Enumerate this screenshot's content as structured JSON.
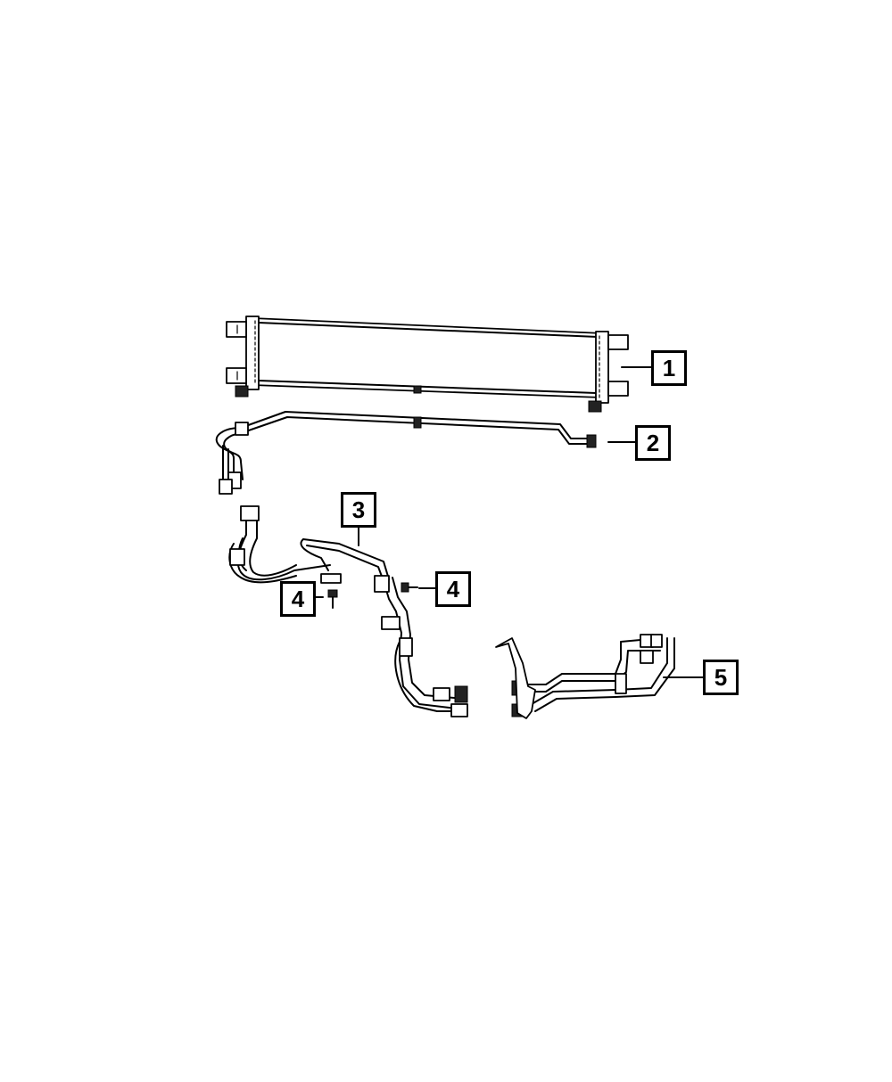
{
  "callouts": [
    {
      "id": "1",
      "label": "1"
    },
    {
      "id": "2",
      "label": "2"
    },
    {
      "id": "3",
      "label": "3"
    },
    {
      "id": "4a",
      "label": "4"
    },
    {
      "id": "4b",
      "label": "4"
    },
    {
      "id": "5",
      "label": "5"
    }
  ],
  "parts": [
    {
      "callout": "1",
      "icon": "transmission-oil-cooler-icon"
    },
    {
      "callout": "2",
      "icon": "cooler-line-tube-icon"
    },
    {
      "callout": "3",
      "icon": "cooler-hose-assembly-icon"
    },
    {
      "callout": "4",
      "icon": "bolt-icon"
    },
    {
      "callout": "5",
      "icon": "cooler-line-bracket-assembly-icon"
    }
  ]
}
